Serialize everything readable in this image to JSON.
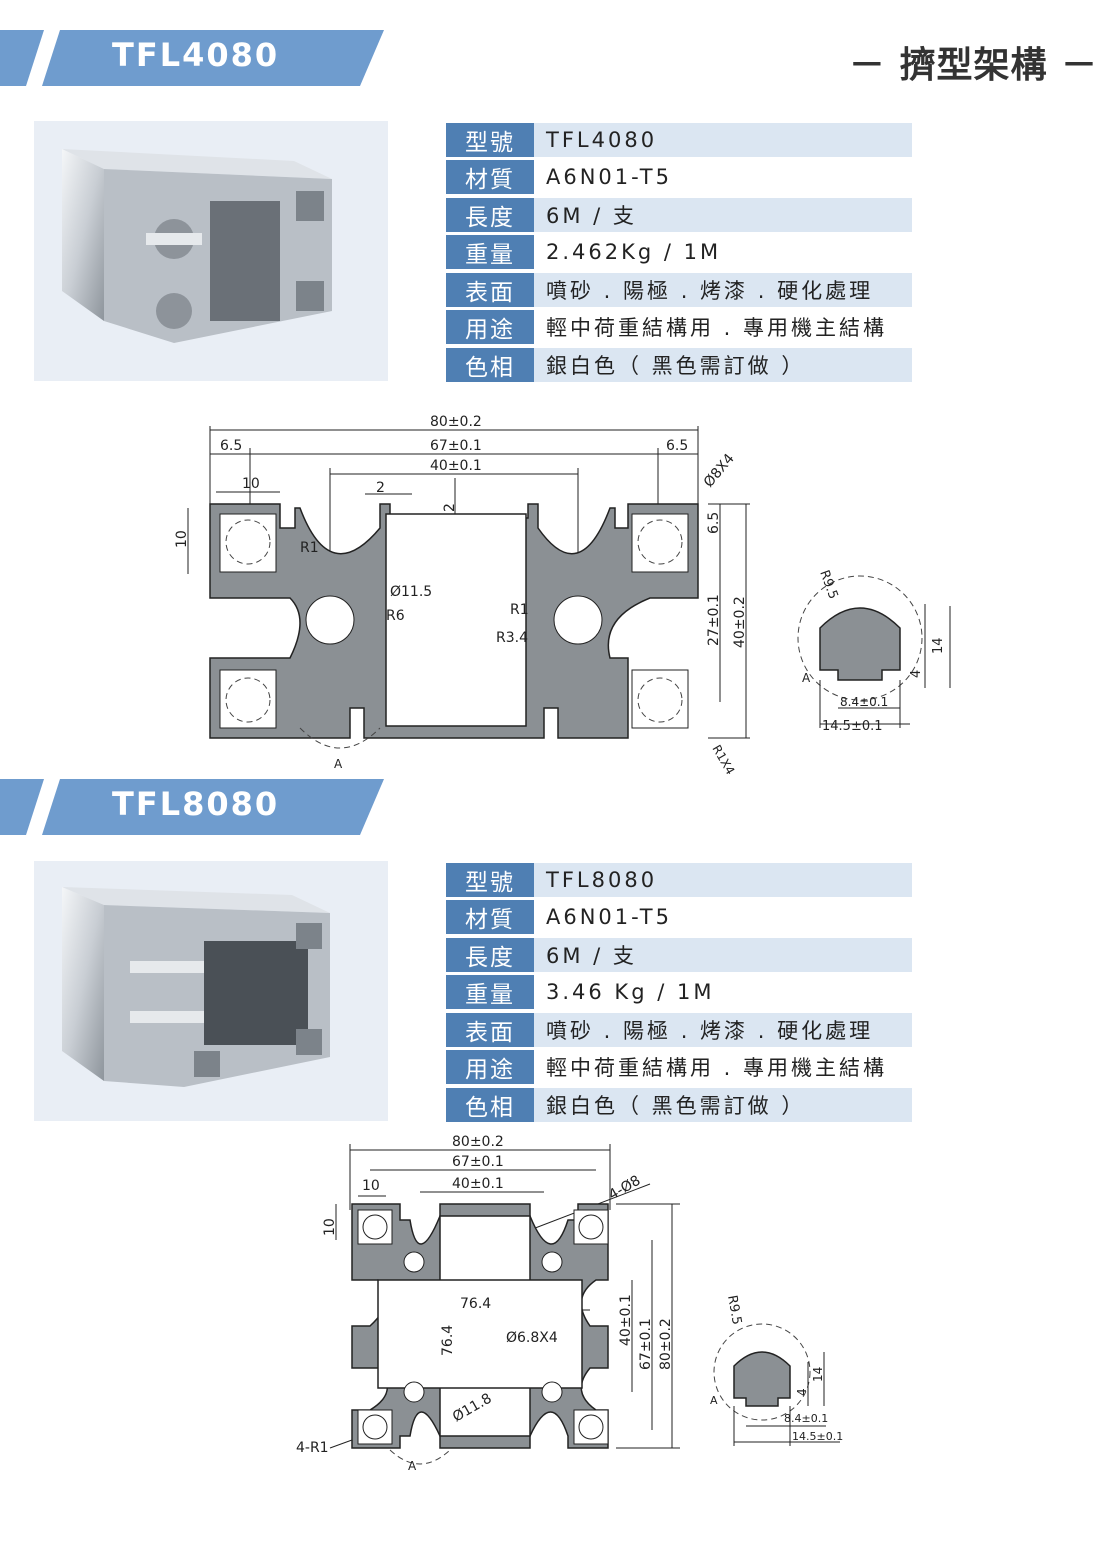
{
  "header": {
    "category": "－ 擠型架構 －"
  },
  "products": [
    {
      "title": "TFL4080",
      "photo_icon": "aluminum-profile-photo",
      "specs": [
        {
          "key": "型號",
          "value": "TFL4080"
        },
        {
          "key": "材質",
          "value": "A6N01-T5"
        },
        {
          "key": "長度",
          "value": "6M / 支"
        },
        {
          "key": "重量",
          "value": "2.462Kg / 1M"
        },
        {
          "key": "表面",
          "value": "噴砂 . 陽極 . 烤漆 . 硬化處理"
        },
        {
          "key": "用途",
          "value": "輕中荷重結構用 . 專用機主結構"
        },
        {
          "key": "色相",
          "value": "銀白色（ 黑色需訂做 ）"
        }
      ],
      "dims": {
        "overall": "80±0.2",
        "d67": "67±0.1",
        "d40": "40±0.1",
        "d6_5_left": "6.5",
        "d6_5_right": "6.5",
        "d10": "10",
        "d10v": "10",
        "d2": "2",
        "d2v": "2",
        "r1": "R1",
        "r1b": "R1",
        "dia11_5": "Ø11.5",
        "r6": "R6",
        "r3_4": "R3.4",
        "dia8": "Ø8X4",
        "d6_5v": "6.5",
        "d27": "27±0.1",
        "d40v": "40±0.2",
        "r1x4": "R1X4",
        "a": "A"
      },
      "slot": {
        "r": "R9.5",
        "d14": "14",
        "d4": "4",
        "d8_4": "8.4±0.1",
        "d14_5": "14.5±0.1",
        "a": "A"
      }
    },
    {
      "title": "TFL8080",
      "photo_icon": "aluminum-profile-photo",
      "specs": [
        {
          "key": "型號",
          "value": "TFL8080"
        },
        {
          "key": "材質",
          "value": "A6N01-T5"
        },
        {
          "key": "長度",
          "value": "6M / 支"
        },
        {
          "key": "重量",
          "value": "3.46 Kg / 1M"
        },
        {
          "key": "表面",
          "value": "噴砂 . 陽極 . 烤漆 . 硬化處理"
        },
        {
          "key": "用途",
          "value": "輕中荷重結構用 . 專用機主結構"
        },
        {
          "key": "色相",
          "value": "銀白色（ 黑色需訂做 ）"
        }
      ],
      "dims": {
        "overall": "80±0.2",
        "d67": "67±0.1",
        "d40": "40±0.1",
        "d10": "10",
        "d10v": "10",
        "dia8": "4-Ø8",
        "d76_4h": "76.4",
        "d76_4v": "76.4",
        "dia6_8": "Ø6.8X4",
        "d40v": "40±0.1",
        "d67v": "67±0.1",
        "d80v": "80±0.2",
        "dia11_8": "Ø11.8",
        "r1": "4-R1",
        "a": "A"
      },
      "slot": {
        "r": "R9.5",
        "d14": "14",
        "d4": "4",
        "d8_4": "8.4±0.1",
        "d14_5": "14.5±0.1",
        "a": "A"
      }
    }
  ]
}
